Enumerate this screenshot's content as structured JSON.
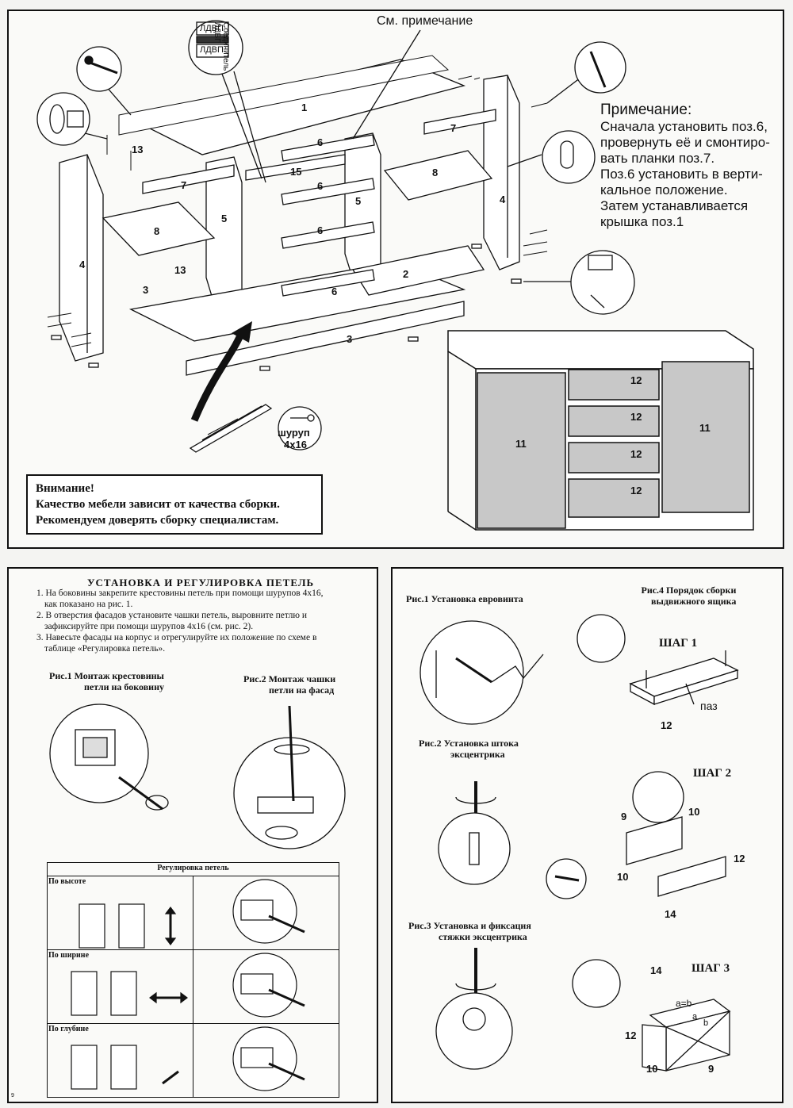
{
  "top": {
    "callouts": {
      "see_note": "См. примечание",
      "ldvp_a": "ЛДВП",
      "ldvp_b": "ЛДВП",
      "connector": "Соединитель ЛДВП",
      "screw_label": "шуруп",
      "screw_size": "4x16"
    },
    "part_numbers": [
      "1",
      "2",
      "3",
      "3",
      "4",
      "4",
      "5",
      "5",
      "6",
      "6",
      "6",
      "6",
      "7",
      "7",
      "8",
      "8",
      "13",
      "13",
      "15"
    ],
    "note": {
      "title": "Примечание:",
      "lines": [
        "Сначала установить поз.6,",
        "провернуть её и смонтиро-",
        "вать планки поз.7.",
        "Поз.6 установить в верти-",
        "кальное положение.",
        "Затем устанавливается",
        "крышка поз.1"
      ]
    },
    "assembled_labels": [
      "11",
      "12",
      "12",
      "12",
      "12",
      "11"
    ],
    "warning": [
      "Внимание!",
      "Качество мебели зависит от качества сборки.",
      "Рекомендуем доверять сборку специалистам."
    ]
  },
  "hinges": {
    "title": "УСТАНОВКА И РЕГУЛИРОВКА ПЕТЕЛЬ",
    "steps": [
      "1. На боковины закрепите крестовины петель при помощи шурупов 4х16,",
      "как показано на рис. 1.",
      "2. В отверстия фасадов установите чашки петель, выровните петлю и",
      "зафиксируйте при помощи шурупов 4х16 (см. рис. 2).",
      "3. Навесьте фасады на корпус и отрегулируйте их положение по схеме в",
      "таблице «Регулировка петель»."
    ],
    "fig1": [
      "Рис.1  Монтаж крестовины",
      "петли на боковину"
    ],
    "fig2": [
      "Рис.2  Монтаж чашки",
      "петли на фасад"
    ],
    "table": {
      "title": "Регулировка петель",
      "rows": [
        "По высоте",
        "По ширине",
        "По глубине"
      ]
    },
    "page_no": "9"
  },
  "drawer": {
    "fig1": "Рис.1  Установка евровинта",
    "fig2": [
      "Рис.2 Установка штока",
      "эксцентрика"
    ],
    "fig3": [
      "Рис.3 Установка и фиксация",
      "стяжки эксцентрика"
    ],
    "fig4": [
      "Рис.4  Порядок сборки",
      "выдвижного ящика"
    ],
    "steps": [
      "ШАГ 1",
      "ШАГ 2",
      "ШАГ 3"
    ],
    "groove": "паз",
    "equal": "a=b",
    "a": "a",
    "b": "b",
    "nums_step1": [
      "12"
    ],
    "nums_step2": [
      "9",
      "10",
      "10",
      "12",
      "14"
    ],
    "nums_step3": [
      "14",
      "12",
      "10",
      "9"
    ]
  }
}
